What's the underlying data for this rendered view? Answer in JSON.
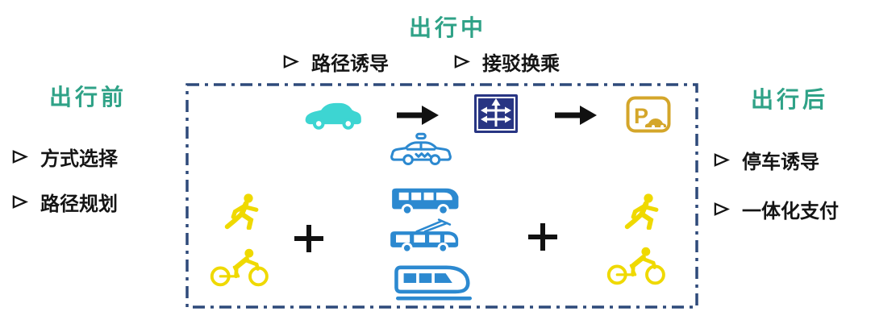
{
  "colors": {
    "phase_title_green": "#2FA287",
    "text_black": "#151515",
    "box_border_navy": "#2E4A7A",
    "car_teal": "#3DD5D2",
    "transit_blue": "#2C89D0",
    "active_yellow": "#EFD900",
    "parking_gold": "#D4A62A",
    "sign_navy": "#283583"
  },
  "phases": {
    "before": {
      "title": "出行前",
      "items": [
        "方式选择",
        "路径规划"
      ]
    },
    "during": {
      "title": "出行中",
      "items": [
        "路径诱导",
        "接驳换乘"
      ]
    },
    "after": {
      "title": "出行后",
      "items": [
        "停车诱导",
        "一体化支付"
      ]
    }
  },
  "diagram": {
    "parking_label": "P",
    "icons": [
      "car-icon",
      "arrow-right-icon",
      "interchange-sign-icon",
      "arrow-right-icon",
      "parking-sign-icon",
      "taxi-icon",
      "bus-icon",
      "trolleybus-icon",
      "train-icon",
      "pedestrian-icon",
      "bicycle-icon",
      "plus-icon",
      "pedestrian-icon",
      "bicycle-icon",
      "plus-icon"
    ]
  }
}
